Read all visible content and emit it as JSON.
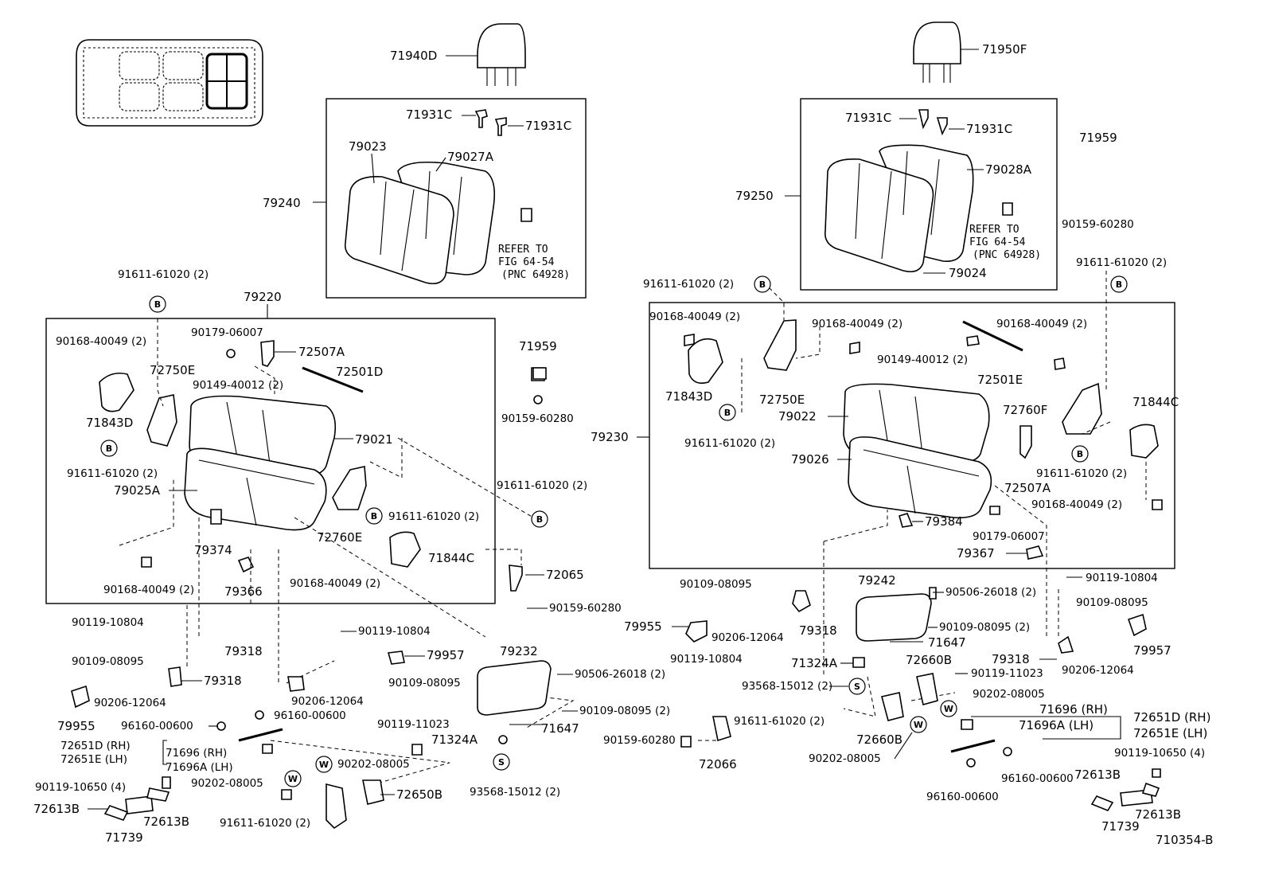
{
  "diagram": {
    "figure_code": "710354-B",
    "refer_note": [
      "REFER TO",
      "FIG 64-54",
      "(PNC 64928)"
    ],
    "markers": {
      "b": "B",
      "s": "S",
      "w": "W"
    },
    "left_group": {
      "headrest": "71940D",
      "back_assembly": "79240",
      "back_cover_retainer_1": "71931C",
      "back_cover_retainer_2": "71931C",
      "back_pad": "79023",
      "back_cover": "79027A",
      "seat_assembly": "79220",
      "clip_top": "71959",
      "screw_top": "90159-60280",
      "bolt_b1": "91611-61020 (2)",
      "bolt_a": "90168-40049 (2)",
      "nut_a": "90179-06007",
      "bracket_a": "72507A",
      "hinge_e": "72750E",
      "rod_d": "72501D",
      "bolt_c": "90149-40012 (2)",
      "cover_d": "71843D",
      "cushion_cover": "79021",
      "bolt_b2": "91611-61020 (2)",
      "cushion_pad": "79025A",
      "bolt_b3": "91611-61020 (2)",
      "bolt_b4": "91611-61020 (2)",
      "hinge_f": "72760E",
      "cover_c": "71844C",
      "bracket_374": "79374",
      "bolt_a2": "90168-40049 (2)",
      "clip_366": "79366",
      "bolt_a3": "90168-40049 (2)",
      "cable": "72065",
      "screw_2": "90159-60280",
      "screw_b": "90119-10804",
      "screw_c": "90119-10804",
      "clip_957": "79957",
      "bolt_095a": "90109-08095",
      "bracket_318a": "79318",
      "washer_064a": "90206-12064",
      "bracket_318b": "79318",
      "bolt_095b": "90109-08095",
      "washer_064b": "90206-12064",
      "stopper_955": "79955",
      "handle_base": "79232",
      "spring_a": "90506-26018 (2)",
      "bolt_095c": "90109-08095 (2)",
      "pin_647": "71647",
      "screw_023": "90119-11023",
      "washer_600a": "96160-00600",
      "washer_600b": "96160-00600",
      "rail_rh_lh": [
        "72651D (RH)",
        "72651E (LH)"
      ],
      "lever_rh_lh": [
        "71696  (RH)",
        "71696A (LH)"
      ],
      "clip_324a": "71324A",
      "washer_005a": "90202-08005",
      "washer_005b": "90202-08005",
      "screw_650": "90119-10650 (4)",
      "lock_650b": "72650B",
      "screw_s": "93568-15012 (2)",
      "bolt_b5": "91611-61020 (2)",
      "bracket_613a": "72613B",
      "bracket_613b": "72613B",
      "cover_739": "71739"
    },
    "right_group": {
      "headrest": "71950F",
      "back_assembly": "79250",
      "back_cover_retainer_1": "71931C",
      "back_cover_retainer_2": "71931C",
      "back_cover": "79028A",
      "back_pad": "79024",
      "clip": "71959",
      "screw": "90159-60280",
      "bolt_b1": "91611-61020 (2)",
      "bolt_b2": "91611-61020 (2)",
      "bolt_a1": "90168-40049 (2)",
      "bolt_a2": "90168-40049 (2)",
      "bolt_a3": "90168-40049 (2)",
      "bolt_c": "90149-40012 (2)",
      "rod_e": "72501E",
      "cover_d": "71843D",
      "hinge_e": "72750E",
      "hinge_f": "72760F",
      "cover_c": "71844C",
      "seat_assembly": "79230",
      "bolt_b3": "91611-61020 (2)",
      "cushion_cover": "79022",
      "cushion_pad": "79026",
      "bracket_a": "72507A",
      "bolt_b4": "91611-61020 (2)",
      "bolt_a4": "90168-40049 (2)",
      "clip_384": "79384",
      "nut": "90179-06007",
      "clip_367": "79367",
      "handle_base": "79242",
      "bolt_095a": "90109-08095",
      "spring": "90506-26018 (2)",
      "screw_804a": "90119-10804",
      "bolt_095b": "90109-08095",
      "stopper_955": "79955",
      "washer_064a": "90206-12064",
      "bracket_318a": "79318",
      "bolt_095c": "90109-08095 (2)",
      "clip_957": "79957",
      "pin_647": "71647",
      "bracket_318b": "79318",
      "washer_064b": "90206-12064",
      "screw_804b": "90119-10804",
      "clip_324a": "71324A",
      "lock_660b_a": "72660B",
      "screw_023": "90119-11023",
      "screw_s": "93568-15012 (2)",
      "washer_005a": "90202-08005",
      "lever_rh_lh": [
        "71696  (RH)",
        "71696A (LH)"
      ],
      "rail_rh_lh": [
        "72651D (RH)",
        "72651E (LH)"
      ],
      "screw_280": "90159-60280",
      "bolt_b5": "91611-61020 (2)",
      "lock_660b_b": "72660B",
      "washer_005b": "90202-08005",
      "cable_066": "72066",
      "washer_600a": "96160-00600",
      "washer_600b": "96160-00600",
      "screw_650": "90119-10650 (4)",
      "bracket_613a": "72613B",
      "bracket_613b": "72613B",
      "cover_739": "71739"
    }
  }
}
